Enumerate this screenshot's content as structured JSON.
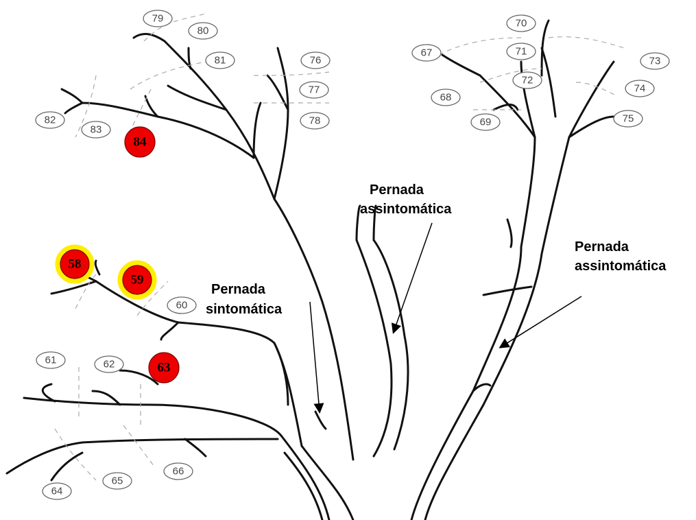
{
  "captions": {
    "trunk_center": [
      "Pernada",
      "assintomática"
    ],
    "trunk_right": [
      "Pernada",
      "assintomática"
    ],
    "trunk_left": [
      "Pernada",
      "sintomática"
    ]
  },
  "colors": {
    "symptomatic_fill": "#ee0000",
    "highlight_ring": "#ffee00",
    "branch_stroke": "#111111"
  },
  "labels": {
    "l58": "58",
    "l59": "59",
    "l60": "60",
    "l61": "61",
    "l62": "62",
    "l63": "63",
    "l64": "64",
    "l65": "65",
    "l66": "66",
    "l67": "67",
    "l68": "68",
    "l69": "69",
    "l70": "70",
    "l71": "71",
    "l72": "72",
    "l73": "73",
    "l74": "74",
    "l75": "75",
    "l76": "76",
    "l77": "77",
    "l78": "78",
    "l79": "79",
    "l80": "80",
    "l81": "81",
    "l82": "82",
    "l83": "83",
    "l84": "84"
  }
}
